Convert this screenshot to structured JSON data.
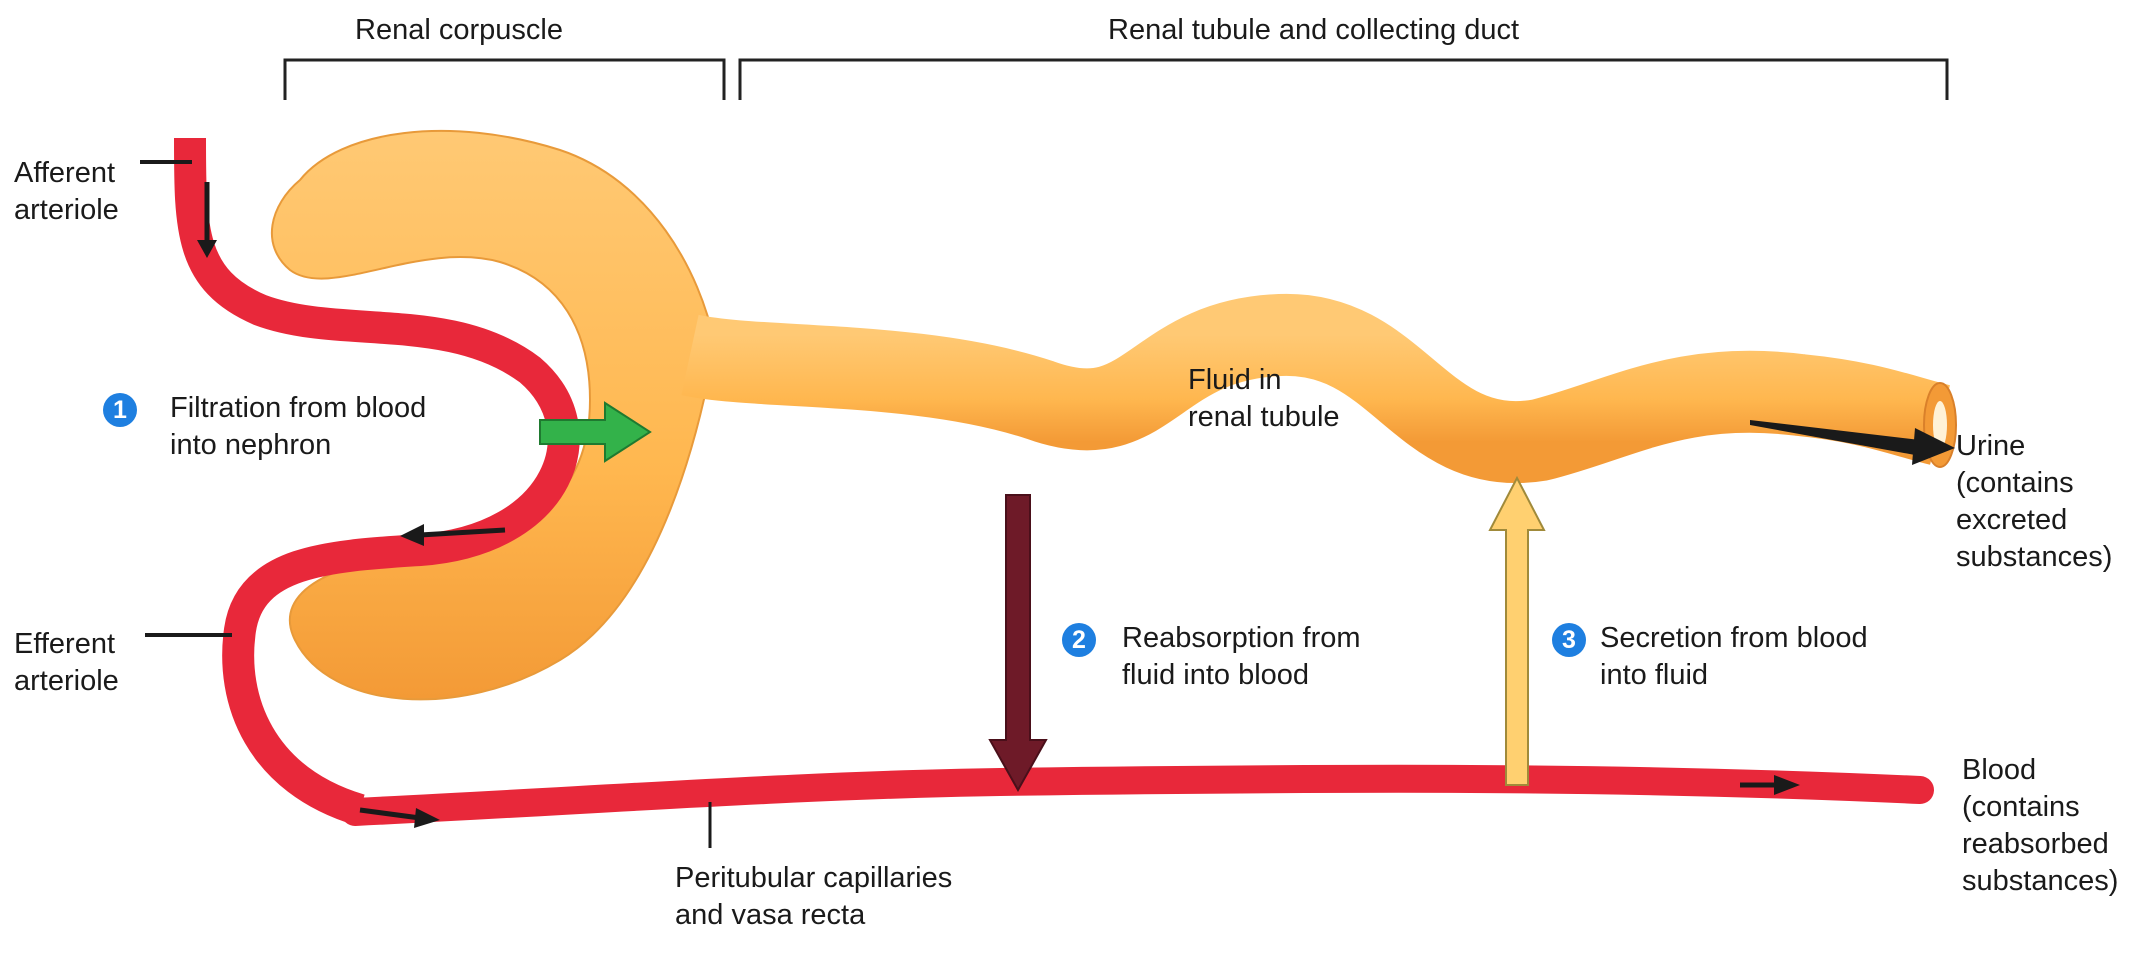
{
  "headers": {
    "corpuscle": "Renal corpuscle",
    "tubule": "Renal tubule and collecting duct"
  },
  "labels": {
    "afferent": [
      "Afferent",
      "arteriole"
    ],
    "efferent": [
      "Efferent",
      "arteriole"
    ],
    "fluid": [
      "Fluid in",
      "renal tubule"
    ],
    "urine": [
      "Urine",
      "(contains",
      "excreted",
      "substances)"
    ],
    "blood": [
      "Blood",
      "(contains",
      "reabsorbed",
      "substances)"
    ],
    "capillaries": [
      "Peritubular capillaries",
      "and vasa recta"
    ]
  },
  "steps": [
    {
      "number": "1",
      "lines": [
        "Filtration from blood",
        "into nephron"
      ]
    },
    {
      "number": "2",
      "lines": [
        "Reabsorption from",
        "fluid into blood"
      ]
    },
    {
      "number": "3",
      "lines": [
        "Secretion from blood",
        "into fluid"
      ]
    }
  ],
  "colors": {
    "vessel": "#e8283a",
    "tubule": "#ffb84d",
    "filtration_arrow": "#33b24a",
    "reabsorption_arrow": "#6e1a28",
    "secretion_arrow": "#ffd070",
    "step_badge": "#1e7fe0"
  }
}
